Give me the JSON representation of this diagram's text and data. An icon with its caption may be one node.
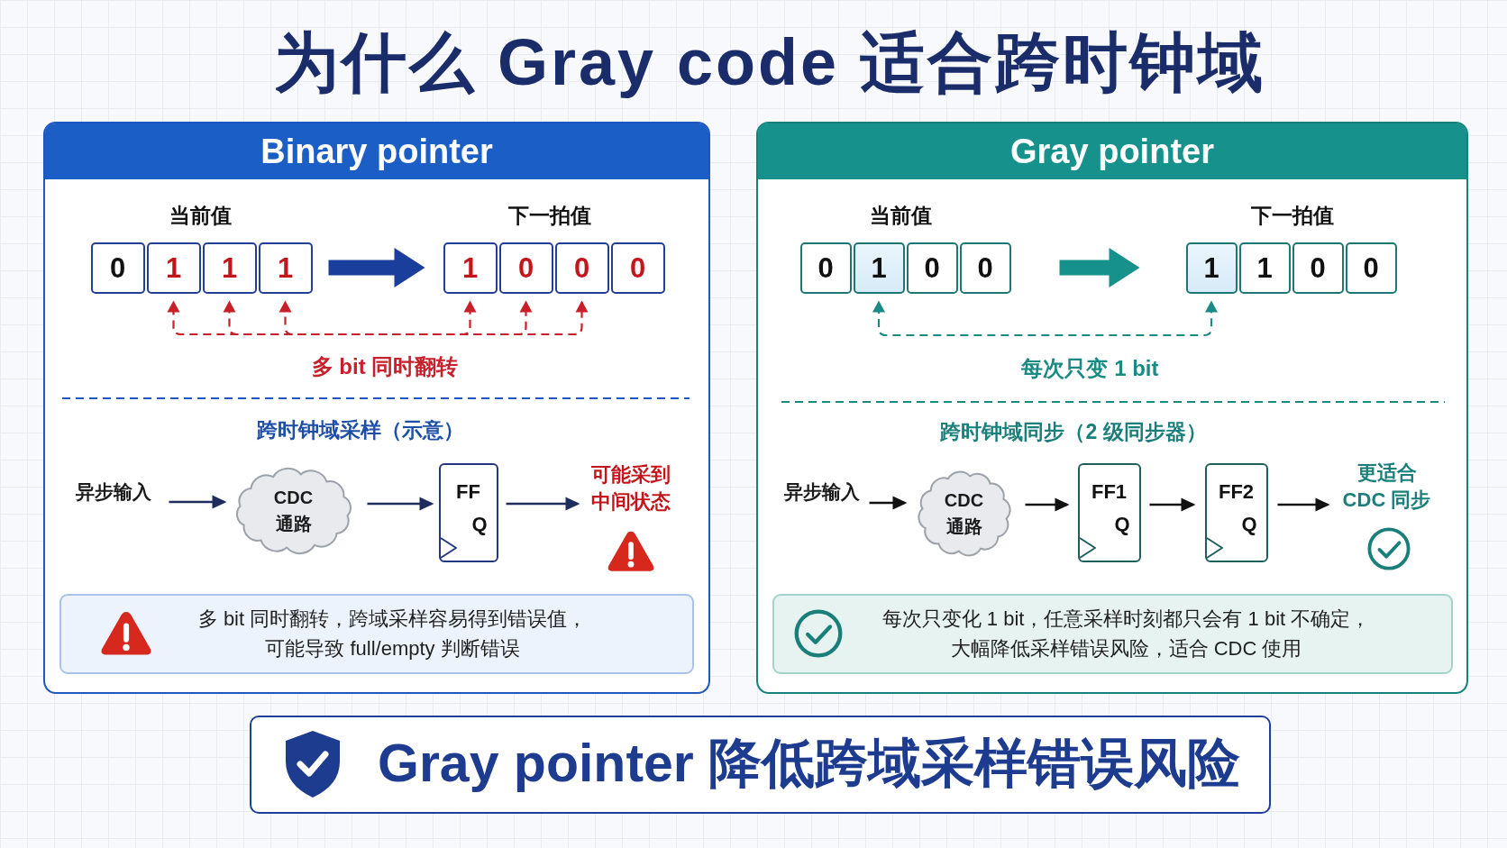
{
  "diagram": {
    "title": "为什么 Gray code 适合跨时钟域",
    "nodes": [
      {
        "text": [
          "Binary pointer"
        ]
      },
      {
        "text": [
          "0"
        ],
        "in": 0
      },
      {
        "text": [
          "1"
        ],
        "in": 0
      },
      {
        "text": [
          "1"
        ],
        "in": 0
      },
      {
        "text": [
          "1"
        ],
        "in": 0
      },
      {
        "text": [
          "1"
        ],
        "in": 0
      },
      {
        "text": [
          "0"
        ],
        "in": 0
      },
      {
        "text": [
          "0"
        ],
        "in": 0
      },
      {
        "text": [
          "0"
        ],
        "in": 0
      },
      {
        "text": [
          "异步输入"
        ],
        "in": 0
      },
      {
        "text": [
          "CDC通路"
        ],
        "in": 0
      },
      {
        "text": [
          "FF",
          "Q"
        ],
        "in": 0
      },
      {
        "text": [
          "可能采到中间状态"
        ],
        "in": 0
      },
      {
        "text": [
          "多 bit 同时翻转，跨域采样容易得到错误值，可能导致 full/empty 判断错误"
        ],
        "in": 0
      },
      {
        "text": [
          "Gray pointer"
        ]
      },
      {
        "text": [
          "0"
        ],
        "in": 14
      },
      {
        "text": [
          "1"
        ],
        "in": 14
      },
      {
        "text": [
          "0"
        ],
        "in": 14
      },
      {
        "text": [
          "0"
        ],
        "in": 14
      },
      {
        "text": [
          "1"
        ],
        "in": 14
      },
      {
        "text": [
          "1"
        ],
        "in": 14
      },
      {
        "text": [
          "0"
        ],
        "in": 14
      },
      {
        "text": [
          "0"
        ],
        "in": 14
      },
      {
        "text": [
          "异步输入"
        ],
        "in": 14
      },
      {
        "text": [
          "CDC通路"
        ],
        "in": 14
      },
      {
        "text": [
          "FF1",
          "Q"
        ],
        "in": 14
      },
      {
        "text": [
          "FF2",
          "Q"
        ],
        "in": 14
      },
      {
        "text": [
          "更适合CDC 同步"
        ],
        "in": 14
      },
      {
        "text": [
          "每次只变化 1 bit，任意采样时刻都只会有 1 bit 不确定，大幅降低采样错误风险，适合 CDC 使用"
        ],
        "in": 14
      },
      {
        "text": [
          "Gray pointer 降低跨域采样错误风险"
        ]
      }
    ],
    "edges": [
      {
        "from": 4,
        "to": 5,
        "arrow": "to",
        "style": "thick",
        "color": "#1a3e9c"
      },
      {
        "from": 2,
        "to": 5,
        "arrow": "both",
        "style": "dashed",
        "color": "#c8202a"
      },
      {
        "from": 3,
        "to": 6,
        "arrow": "both",
        "style": "dashed",
        "color": "#c8202a",
        "label": "多 bit 同时翻转"
      },
      {
        "from": 4,
        "to": 7,
        "arrow": "both",
        "style": "dashed",
        "color": "#c8202a"
      },
      {
        "from": 9,
        "to": 10,
        "arrow": "to",
        "color": "#1e2d5e"
      },
      {
        "from": 10,
        "to": 11,
        "arrow": "to",
        "color": "#1e2d5e"
      },
      {
        "from": 11,
        "to": 12,
        "arrow": "to",
        "color": "#1e2d5e"
      },
      {
        "from": 18,
        "to": 19,
        "arrow": "to",
        "style": "thick",
        "color": "#17918c"
      },
      {
        "from": 16,
        "to": 19,
        "arrow": "both",
        "style": "dashed",
        "color": "#1a8a84",
        "label": "每次只变 1 bit"
      },
      {
        "from": 23,
        "to": 24,
        "arrow": "to"
      },
      {
        "from": 24,
        "to": 25,
        "arrow": "to"
      },
      {
        "from": 25,
        "to": 26,
        "arrow": "to"
      },
      {
        "from": 26,
        "to": 27,
        "arrow": "to"
      }
    ],
    "labels": [
      "当前值",
      "下一拍值",
      "跨时钟域采样（示意）",
      "当前值",
      "下一拍值",
      "跨时钟域同步（2 级同步器）"
    ]
  }
}
